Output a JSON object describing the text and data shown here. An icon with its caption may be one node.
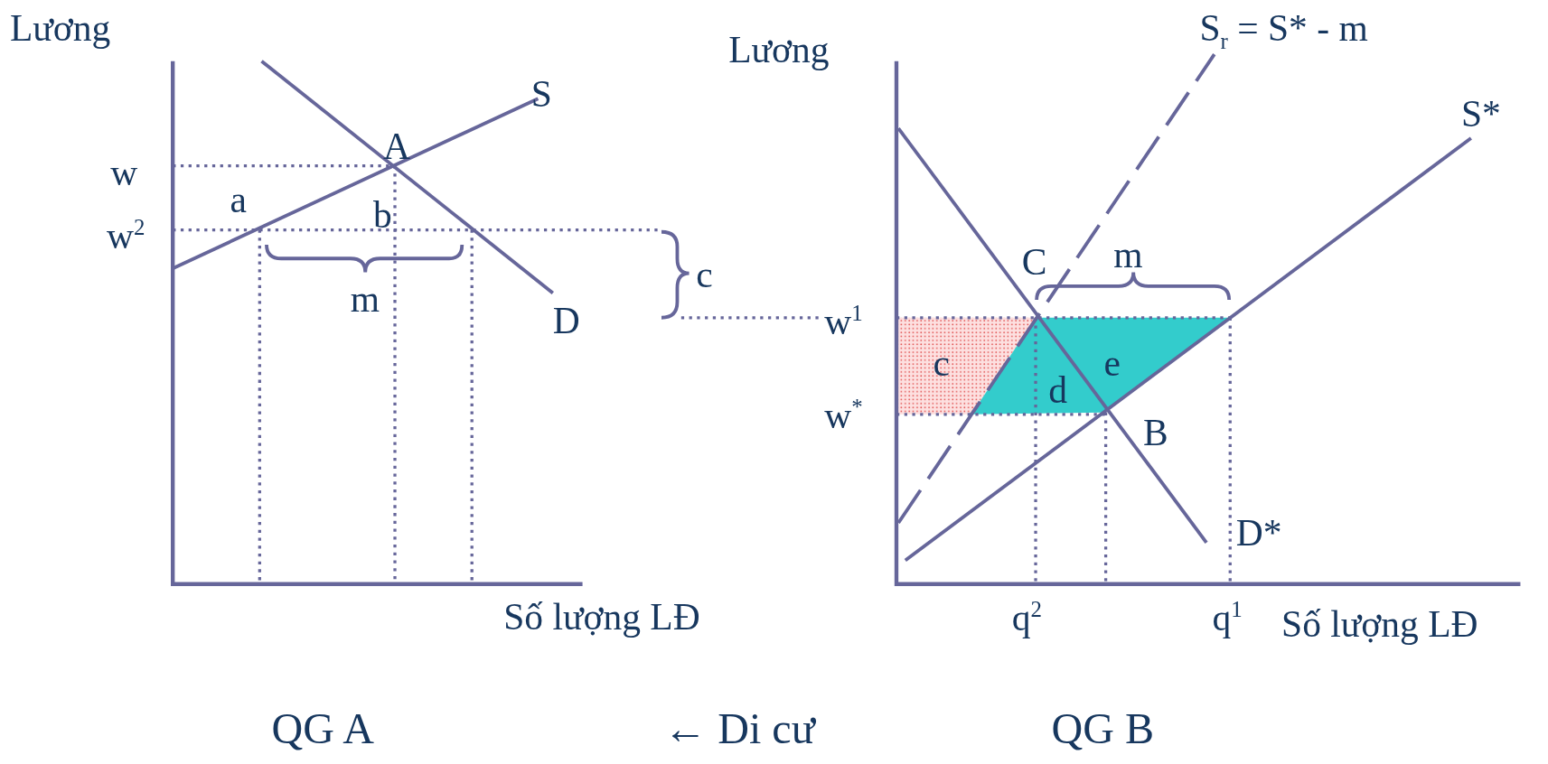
{
  "diagram": {
    "labels": [
      "Lương",
      "S",
      "A",
      "w",
      "a",
      "b",
      "w$^{2}$",
      "c",
      "m",
      "D",
      "Số lượng LĐ",
      "QG A",
      "Lương",
      "S$_{r}$ = S* - m",
      "S*",
      "C",
      "m",
      "w$^{1}$",
      "c",
      "e",
      "d",
      "w$^{*}$",
      "B",
      "D*",
      "q$^{2}$",
      "q$^{1}$",
      "Số lượng LĐ",
      "← Di cư",
      "QG B"
    ]
  }
}
